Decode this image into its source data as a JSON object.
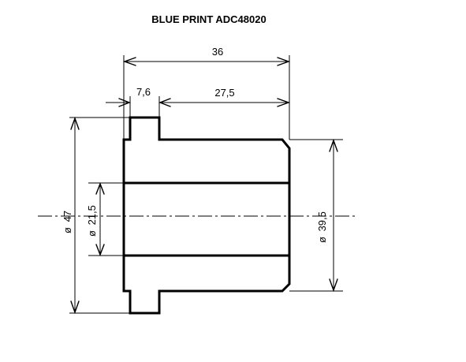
{
  "title": "BLUE PRINT ADC48020",
  "dimensions": {
    "overall_length": "36",
    "flange_width": "7,6",
    "body_length": "27,5",
    "flange_diameter": "47",
    "bore_diameter": "21,5",
    "body_diameter": "39,5"
  },
  "symbols": {
    "diameter": "ø"
  },
  "colors": {
    "line": "#000000",
    "background": "#ffffff"
  }
}
